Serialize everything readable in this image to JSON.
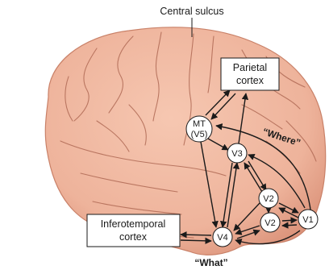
{
  "labels": {
    "central_sulcus": "Central sulcus",
    "parietal_line1": "Parietal",
    "parietal_line2": "cortex",
    "inferotemporal_line1": "Inferotemporal",
    "inferotemporal_line2": "cortex",
    "where_stream": "“Where”",
    "what_stream": "“What”"
  },
  "nodes": {
    "mt_line1": "MT",
    "mt_line2": "(V5)",
    "v3": "V3",
    "v2_upper": "V2",
    "v2_lower": "V2",
    "v1": "V1",
    "v4": "V4"
  },
  "colors": {
    "brain_fill": "#eeb39b",
    "brain_shade": "#d98f76",
    "sulcus_line": "#b06a55",
    "arrow": "#1a1a1a",
    "node_fill": "#ffffff"
  }
}
